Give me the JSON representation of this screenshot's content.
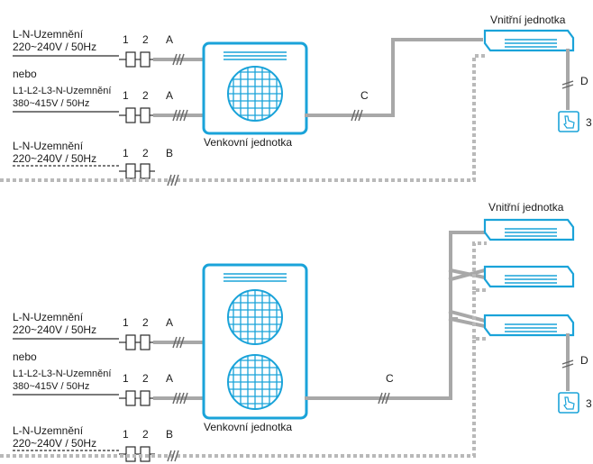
{
  "diagram1": {
    "supply_single_1": "L-N-Uzemnění",
    "supply_single_2": "220~240V / 50Hz",
    "or_label": "nebo",
    "supply_three_1": "L1-L2-L3-N-Uzemnění",
    "supply_three_2": "380~415V / 50Hz",
    "supply_single_b_1": "L-N-Uzemnění",
    "supply_single_b_2": "220~240V / 50Hz",
    "fuse1_label": "1",
    "fuse2_label": "2",
    "line_a": "A",
    "line_b": "B",
    "line_c": "C",
    "line_d": "D",
    "outdoor_label": "Venkovní jednotka",
    "indoor_label": "Vnitřní jednotka",
    "remote_num": "3"
  },
  "diagram2": {
    "supply_single_1": "L-N-Uzemnění",
    "supply_single_2": "220~240V / 50Hz",
    "or_label": "nebo",
    "supply_three_1": "L1-L2-L3-N-Uzemnění",
    "supply_three_2": "380~415V / 50Hz",
    "supply_single_b_1": "L-N-Uzemnění",
    "supply_single_b_2": "220~240V / 50Hz",
    "fuse1_label": "1",
    "fuse2_label": "2",
    "line_a": "A",
    "line_b": "B",
    "line_c": "C",
    "line_d": "D",
    "outdoor_label": "Venkovní jednotka",
    "indoor_label": "Vnitřní jednotka",
    "remote_num": "3"
  },
  "colors": {
    "accent": "#1aa3d9",
    "wire": "#a8a8a8"
  }
}
